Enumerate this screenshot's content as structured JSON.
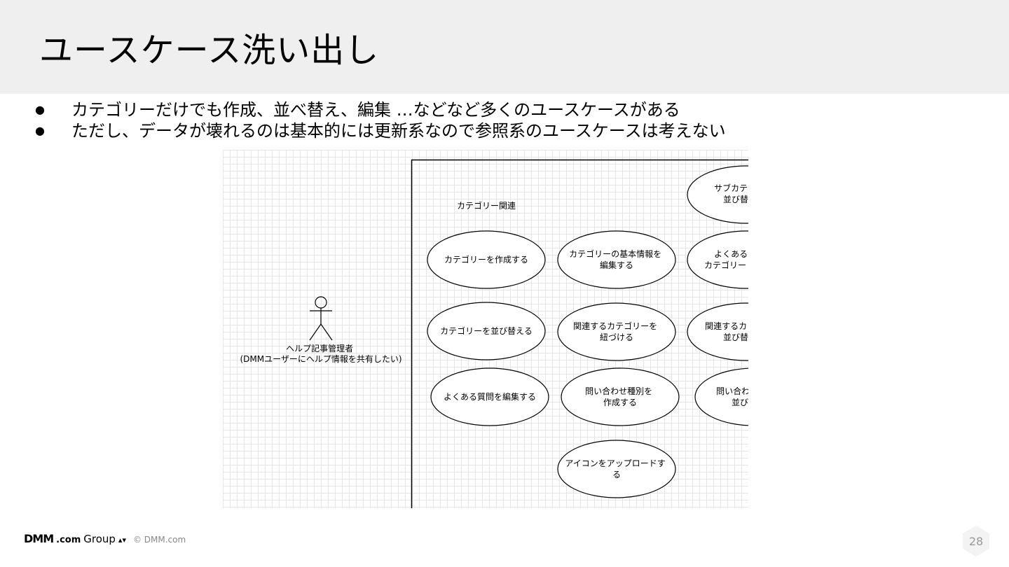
{
  "slide": {
    "title": "ユースケース洗い出し",
    "bullets": [
      "カテゴリーだけでも作成、並べ替え、編集 …などなど多くのユースケースがある",
      "ただし、データが壊れるのは基本的には更新系なので参照系のユースケースは考えない"
    ],
    "page_number": "28"
  },
  "footer": {
    "logo_dmm": "DMM",
    "logo_com": ".com",
    "logo_group": "Group",
    "copyright": "© DMM.com"
  },
  "diagram": {
    "actor_lines": [
      "ヘルプ記事管理者",
      "(DMMユーザーにヘルプ情報を共有したい)"
    ],
    "boundary_label": "カテゴリー関連",
    "usecases": [
      [
        "カテゴリーを作成する"
      ],
      [
        "カテゴリーを並び替える"
      ],
      [
        "よくある質問を編集する"
      ],
      [
        "カテゴリーの基本情報を",
        "編集する"
      ],
      [
        "関連するカテゴリーを",
        "紐づける"
      ],
      [
        "問い合わせ種別を",
        "作成する"
      ],
      [
        "アイコンをアップロードす",
        "る"
      ],
      [
        "サブカテ",
        "並び替"
      ],
      [
        "よくある",
        "カテゴリー"
      ],
      [
        "関連するカ",
        "並び替"
      ],
      [
        "問い合わ",
        "並び"
      ]
    ]
  }
}
